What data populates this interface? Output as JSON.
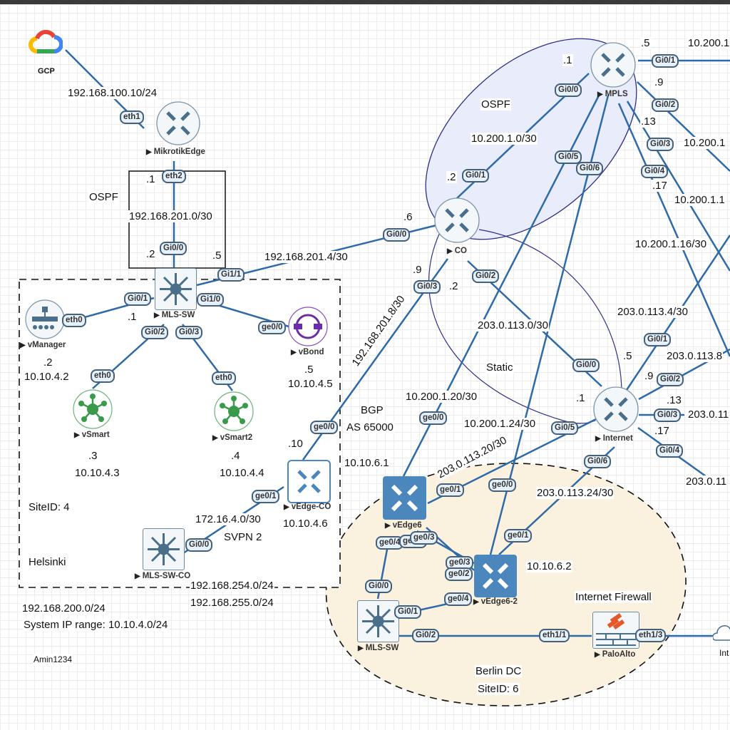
{
  "colors": {
    "link": "#2f6aa8",
    "ospf_area_fill": "#e8ecfb",
    "ospf_area_stroke": "#2e2f8a",
    "berlin_fill": "#fbf1df",
    "router_icon": "#4a6f8a",
    "vedge_fill": "#4b86bd",
    "vsmart_green": "#3a9a4b",
    "vbond_purple": "#6a2fa8",
    "paloalto_orange": "#e5582b"
  },
  "nodes": {
    "gcp": "GCP",
    "mikrotik": "MikrotikEdge",
    "mls_sw": "MLS-SW",
    "vmanager": "vManager",
    "vbond": "vBond",
    "vsmart": "vSmart",
    "vsmart2": "vSmart2",
    "vedge_co": "vEdge-CO",
    "mls_sw_co": "MLS-SW-CO",
    "mpls": "MPLS",
    "co": "CO",
    "internet": "Internet",
    "vedge6": "vEdge6",
    "vedge6_2": "vEdge6-2",
    "mls_sw_berlin": "MLS-SW",
    "paloalto": "PaloAlto",
    "internet_cloud": "Int"
  },
  "interfaces": {
    "gcp_eth1": "eth1",
    "mik_eth2": "eth2",
    "mls_gi00": "Gi0/0",
    "mls_gi11": "Gi1/1",
    "mls_gi01": "Gi0/1",
    "mls_gi10": "Gi1/0",
    "mls_gi02": "Gi0/2",
    "mls_gi03": "Gi0/3",
    "vman_eth0": "eth0",
    "vbond_ge00": "ge0/0",
    "vsmart_eth0": "eth0",
    "vsmart2_eth0": "eth0",
    "vedgeco_ge00": "ge0/0",
    "vedgeco_ge01": "ge0/1",
    "mlsco_gi00": "Gi0/0",
    "co_gi00": "Gi0/0",
    "co_gi01": "Gi0/1",
    "co_gi02": "Gi0/2",
    "co_gi03": "Gi0/3",
    "mpls_gi00": "Gi0/0",
    "mpls_gi01": "Gi0/1",
    "mpls_gi02": "Gi0/2",
    "mpls_gi03": "Gi0/3",
    "mpls_gi04": "Gi0/4",
    "mpls_gi05": "Gi0/5",
    "mpls_gi06": "Gi0/6",
    "inet_gi00": "Gi0/0",
    "inet_gi01": "Gi0/1",
    "inet_gi02": "Gi0/2",
    "inet_gi03": "Gi0/3",
    "inet_gi04": "Gi0/4",
    "inet_gi05": "Gi0/5",
    "inet_gi06": "Gi0/6",
    "ve6_ge00": "ge0/0",
    "ve6_ge01": "ge0/1",
    "ve6_ge02": "ge0/2",
    "ve6_ge03": "ge0/3",
    "ve6_ge04": "ge0/4",
    "ve62_ge00": "ge0/0",
    "ve62_ge01": "ge0/1",
    "ve62_ge02": "ge0/2",
    "ve62_ge03": "ge0/3",
    "ve62_ge04": "ge0/4",
    "mlsb_gi00": "Gi0/0",
    "mlsb_gi01": "Gi0/1",
    "mlsb_gi02": "Gi0/2",
    "pa_eth11": "eth1/1",
    "pa_eth13": "eth1/3"
  },
  "labels": {
    "gcp_subnet": "192.168.100.10/24",
    "mik_host": ".1",
    "ospf_left": "OSPF",
    "subnet_201_0": "192.168.201.0/30",
    "mls_host2": ".2",
    "mls_host5": ".5",
    "subnet_201_4": "192.168.201.4/30",
    "co_host6": ".6",
    "vman_host_gw": ".1",
    "vman_host": ".2",
    "vman_ip": "10.10.4.2",
    "vbond_host": ".5",
    "vbond_ip": "10.10.4.5",
    "vsmart_host": ".3",
    "vsmart_ip": "10.10.4.3",
    "vsmart2_host": ".4",
    "vsmart2_ip": "10.10.4.4",
    "vedgeco_host": ".10",
    "vedgeco_ip": "10.10.4.6",
    "subnet_172": "172.16.4.0/30",
    "svpn": "SVPN 2",
    "siteid4": "SiteID: 4",
    "helsinki": "Helsinki",
    "subnet_254": "192.168.254.0/24",
    "subnet_255": "192.168.255.0/24",
    "subnet_200": "192.168.200.0/24",
    "system_ip_range": "System IP range: 10.10.4.0/24",
    "author": "Amin1234",
    "ospf_right": "OSPF",
    "subnet_1_0": "10.200.1.0/30",
    "co_host2": ".2",
    "mpls_host1": ".1",
    "mpls_host5": ".5",
    "mpls_host9": ".9",
    "mpls_host13": ".13",
    "mpls_host17": ".17",
    "subnet_1_4": "10.200.1",
    "subnet_1_8": "10.200.1",
    "subnet_1_12": "10.200.1.1",
    "subnet_1_16": "10.200.1.16/30",
    "co_host9": ".9",
    "co_host2b": ".2",
    "subnet_201_8": "192.168.201.8/30",
    "subnet_113_0": "203.0.113.0/30",
    "static": "Static",
    "bgp": "BGP",
    "as": "AS 65000",
    "subnet_1_20": "10.200.1.20/30",
    "subnet_1_24": "10.200.1.24/30",
    "subnet_113_20": "203.0.113.20/30",
    "subnet_113_24": "203.0.113.24/30",
    "subnet_113_4": "203.0.113.4/30",
    "subnet_113_8": "203.0.113.8",
    "subnet_113_12": "203.0.11",
    "subnet_113_16": "203.0.11",
    "inet_host1": ".1",
    "inet_host5": ".5",
    "inet_host9": ".9",
    "inet_host13": ".13",
    "inet_host17": ".17",
    "ve6_ip": "10.10.6.1",
    "ve62_ip": "10.10.6.2",
    "internet_firewall": "Internet Firewall",
    "berlin_dc": "Berlin DC",
    "siteid6": "SiteID: 6"
  }
}
